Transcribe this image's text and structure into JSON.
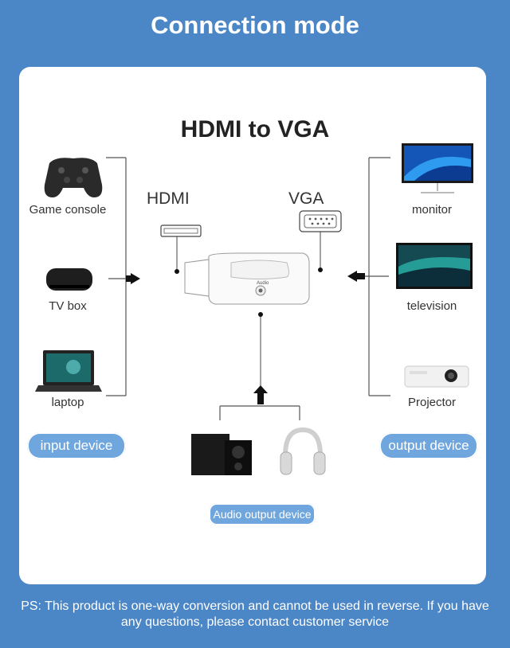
{
  "header": {
    "title": "Connection mode"
  },
  "diagram": {
    "heading": "HDMI to VGA",
    "port_hdmi": "HDMI",
    "port_vga": "VGA",
    "adapter_audio_mark": "Audio",
    "input_devices": [
      "Game console",
      "TV box",
      "laptop"
    ],
    "output_devices": [
      "monitor",
      "television",
      "Projector"
    ],
    "input_group_label": "input device",
    "output_group_label": "output device",
    "audio_group_label": "Audio output device"
  },
  "footer": {
    "note": "PS: This product is one-way conversion and cannot be used in reverse. If you have any questions, please contact customer service"
  },
  "colors": {
    "background": "#4b86c6",
    "pill": "#6fa6dd",
    "card": "#ffffff"
  }
}
